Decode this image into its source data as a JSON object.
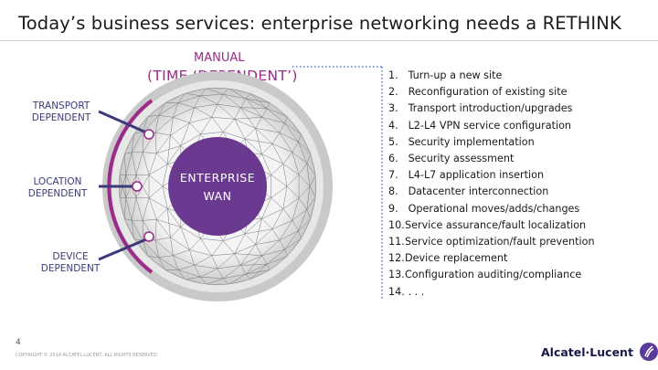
{
  "title": "Today’s business services: enterprise networking needs a RETHINK",
  "manual": "MANUAL",
  "time_dependent": "(TIME ‘DEPENDENT’)",
  "labels": {
    "transport": [
      "TRANSPORT",
      "DEPENDENT"
    ],
    "location": [
      "LOCATION",
      "DEPENDENT"
    ],
    "device": [
      "DEVICE",
      "DEPENDENT"
    ]
  },
  "center": [
    "ENTERPRISE",
    "WAN"
  ],
  "list": [
    {
      "num": "1.",
      "text": "Turn-up a new site"
    },
    {
      "num": "2.",
      "text": "Reconfiguration of existing site"
    },
    {
      "num": "3.",
      "text": "Transport introduction/upgrades"
    },
    {
      "num": "4.",
      "text": "L2-L4 VPN service configuration"
    },
    {
      "num": "5.",
      "text": "Security implementation"
    },
    {
      "num": "6.",
      "text": "Security assessment"
    },
    {
      "num": "7.",
      "text": "L4-L7 application insertion"
    },
    {
      "num": "8.",
      "text": "Datacenter interconnection"
    },
    {
      "num": "9.",
      "text": "Operational moves/adds/changes"
    },
    {
      "num": "10.",
      "text": "Service assurance/fault localization"
    },
    {
      "num": "11.",
      "text": "Service optimization/fault prevention"
    },
    {
      "num": "12.",
      "text": "Device replacement"
    },
    {
      "num": "13.",
      "text": "Configuration auditing/compliance"
    },
    {
      "num": "14.",
      "text": ". . ."
    }
  ],
  "footer": {
    "page_mark": "4",
    "copyright": "COPYRIGHT © 2014 ALCATEL-LUCENT. ALL RIGHTS RESERVED."
  },
  "logo": {
    "text": "Alcatel·Lucent",
    "icon": "alcatel-lucent-swirl-icon"
  },
  "colors": {
    "accent": "#9b2a8a",
    "navy": "#3b3b7a",
    "center_fill": "#6a3a90"
  }
}
